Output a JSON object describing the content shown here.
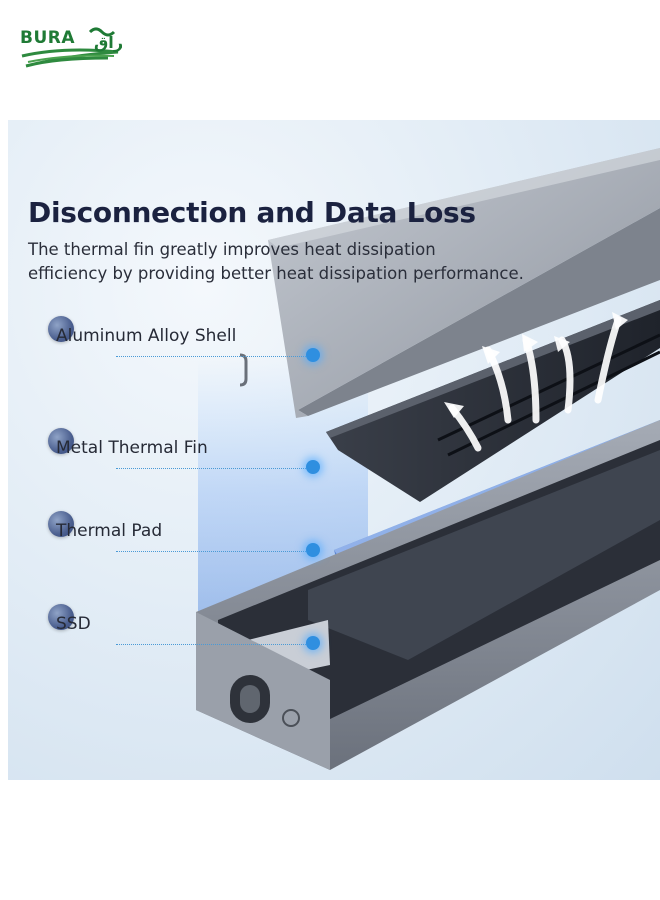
{
  "brand": {
    "logo_text": "BURA",
    "logo_arabic": "براق"
  },
  "product": {
    "headline": "Disconnection and Data Loss",
    "description_lines": [
      "The thermal fin greatly improves heat dissipation",
      "efficiency by providing better heat dissipation performance."
    ]
  },
  "callouts": [
    {
      "label": "Aluminum Alloy Shell"
    },
    {
      "label": "Metal Thermal Fin"
    },
    {
      "label": "Thermal Pad"
    },
    {
      "label": "SSD"
    }
  ],
  "colors": {
    "headline": "#1b2240",
    "callout_dot": "#4b5f8f",
    "callout_line": "#4a9ad6",
    "logo_green": "#1f7a35"
  },
  "icons": [
    "logo-mark",
    "usb-c-port-icon",
    "heat-flow-arrows"
  ]
}
